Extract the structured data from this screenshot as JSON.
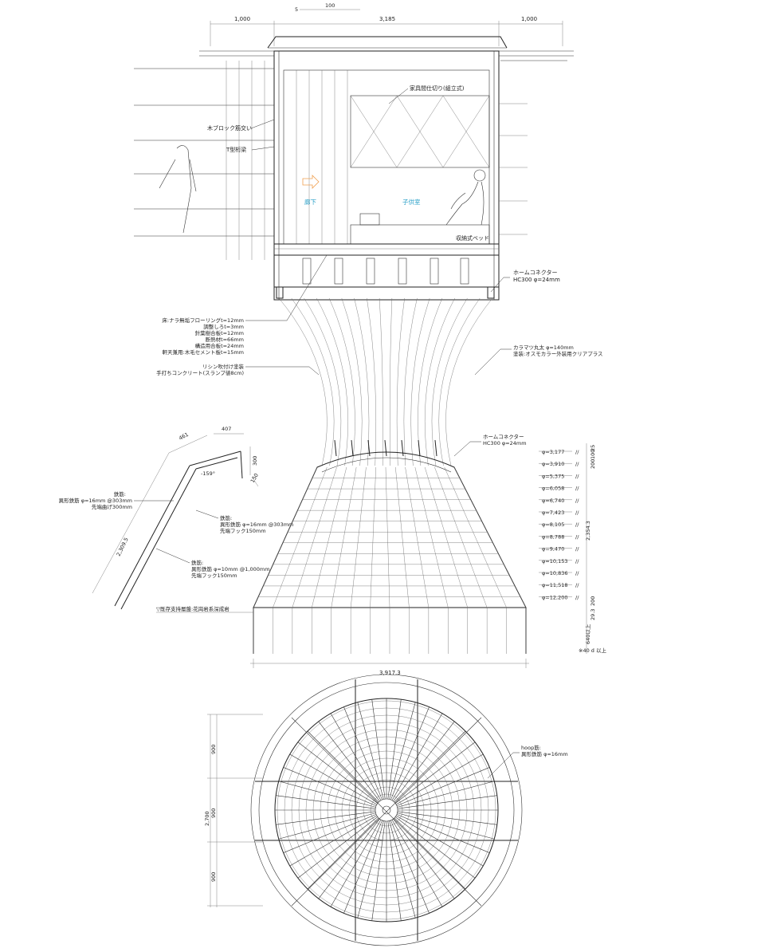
{
  "top_dimensions": {
    "small_5": "5",
    "small_100": "100",
    "left": "1,000",
    "middle": "3,185",
    "right": "1,000"
  },
  "house_labels": {
    "furniture_partition": "家具間仕切り(組立式)",
    "wood_block_brace": "木ブロック筋交い",
    "t_beam": "T型桁梁",
    "corridor": "廊下",
    "kids_room": "子供室",
    "storage_bed": "収納式ベッド",
    "connector_top_1": "ホームコネクター",
    "connector_top_2": "HC300 φ=24mm"
  },
  "floor_spec": [
    "床:ナラ無垢フローリングt=12mm",
    "調整しろt=3mm",
    "針葉樹合板t=12mm",
    "断熱材t=66mm",
    "構造用合板t=24mm",
    "軒天兼用:木毛セメント板t=15mm"
  ],
  "concrete_spec": [
    "リシン吹付け塗装",
    "手打ちコンクリート(スランプ値8cm)"
  ],
  "log_spec": [
    "カラマツ丸太 φ=140mm",
    "塗装:オスモカラー外装用クリアプラス"
  ],
  "connector_mid": [
    "ホームコネクター",
    "HC300 φ=24mm"
  ],
  "rebar_detail": {
    "dim_461": "461",
    "dim_407": "407",
    "dim_300": "300",
    "dim_150": "150",
    "angle": "-159°",
    "length": "2,309.5",
    "rebar_a": [
      "鉄筋:",
      "異形鉄筋 φ=16mm @303mm",
      "先端曲げ300mm"
    ],
    "rebar_b": [
      "鉄筋:",
      "異形鉄筋 φ=16mm @303mm",
      "先端フック150mm"
    ],
    "rebar_c": [
      "鉄筋:",
      "異形鉄筋 φ=10mm @1,000mm",
      "先端フック150mm"
    ],
    "ground": "▽既存支持層盤:花崗岩系深成岩"
  },
  "diameters": [
    "φ=3,177",
    "φ=3,910",
    "φ=5,375",
    "φ=6,058",
    "φ=6,740",
    "φ=7,423",
    "φ=8,105",
    "φ=8,788",
    "φ=9,470",
    "φ=10,153",
    "φ=10,836",
    "φ=11,518",
    "φ=12,200"
  ],
  "right_dims": {
    "d25": "25",
    "d100": "100",
    "d200a": "200",
    "d200b": "200",
    "total": "2,354.3",
    "d293": "29.3",
    "depth": "640以上",
    "note": "※40 d 以上",
    "mark": "//"
  },
  "base_width": "3,917.3",
  "plan": {
    "hoop_1": "hoop筋:",
    "hoop_2": "異形鉄筋 φ=16mm",
    "dim_top": "900",
    "dim_mid": "900",
    "dim_bot": "900",
    "dim_total": "2,700"
  }
}
